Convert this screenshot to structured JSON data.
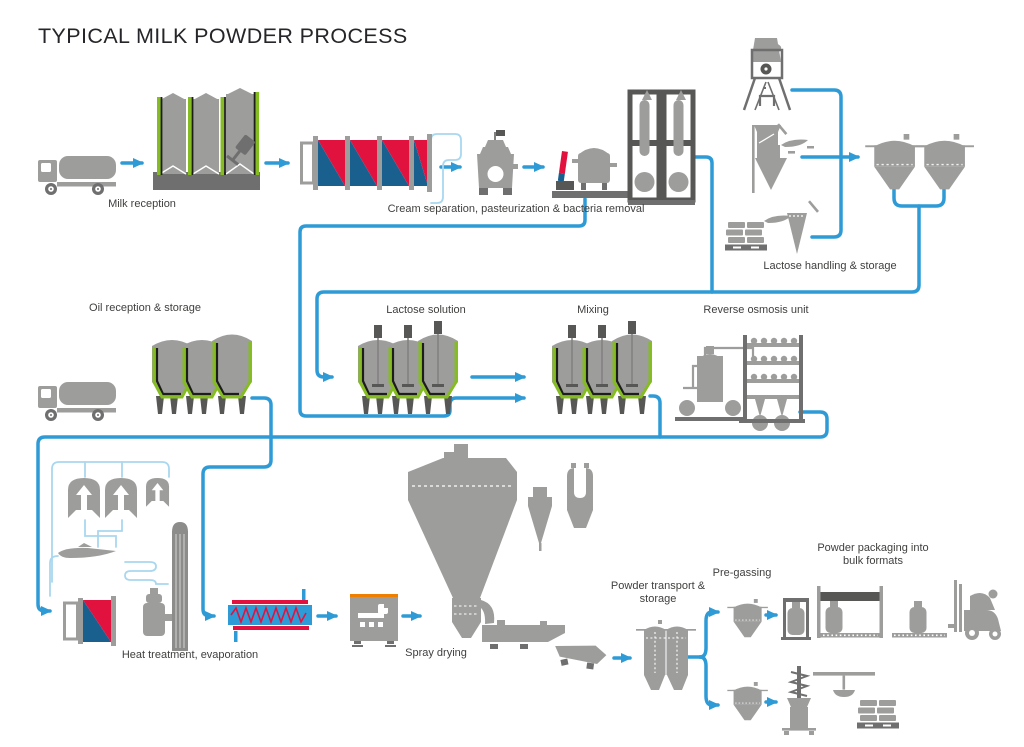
{
  "title": "TYPICAL MILK POWDER PROCESS",
  "stages": {
    "milk_reception": "Milk reception",
    "cream_separation": "Cream separation, pasteurization & bacteria removal",
    "lactose_handling": "Lactose handling & storage",
    "oil_reception": "Oil reception & storage",
    "lactose_solution": "Lactose solution",
    "mixing": "Mixing",
    "reverse_osmosis": "Reverse osmosis unit",
    "heat_treatment": "Heat treatment, evaporation",
    "spray_drying": "Spray drying",
    "powder_transport": "Powder transport & storage",
    "pre_gassing": "Pre-gassing",
    "powder_packaging": "Powder packaging into bulk formats"
  },
  "colors": {
    "flow_blue": "#2e9bd6",
    "pipe_light_blue": "#a9d7ef",
    "equipment_gray": "#9d9d9c",
    "equipment_dark_gray": "#706f6f",
    "frame_dark": "#575756",
    "hygienic_green": "#84bc22",
    "hot_red": "#e2123f",
    "cold_blue": "#1a608f",
    "orange_accent": "#ee7f00"
  }
}
